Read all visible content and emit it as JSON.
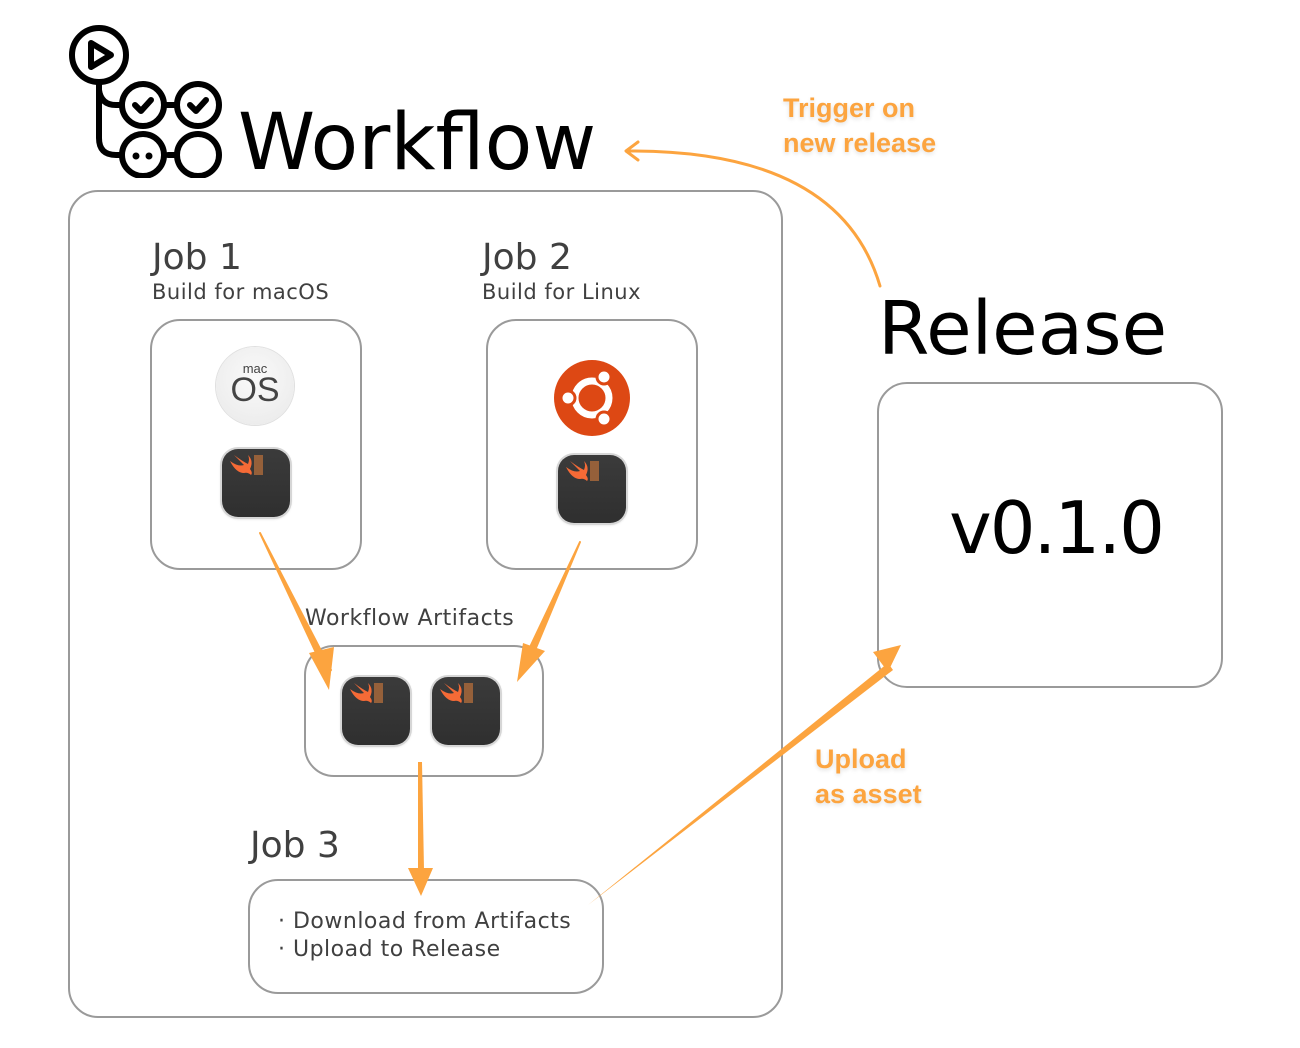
{
  "workflow": {
    "title": "Workflow",
    "icon": "github-actions-icon",
    "jobs": [
      {
        "title": "Job 1",
        "subtitle": "Build for macOS",
        "os_icon": "macos-icon",
        "os_icon_text_small": "mac",
        "os_icon_text_large": "OS",
        "artifact_icon": "swift-package-icon"
      },
      {
        "title": "Job 2",
        "subtitle": "Build for Linux",
        "os_icon": "ubuntu-icon",
        "artifact_icon": "swift-package-icon"
      }
    ],
    "artifacts": {
      "label": "Workflow Artifacts",
      "items": [
        "swift-package-icon",
        "swift-package-icon"
      ]
    },
    "job3": {
      "title": "Job 3",
      "steps": [
        "· Download from Artifacts",
        "· Upload to Release"
      ]
    }
  },
  "release": {
    "title": "Release",
    "version": "v0.1.0"
  },
  "annotations": {
    "trigger": [
      "Trigger on",
      "new release"
    ],
    "upload": [
      "Upload",
      "as asset"
    ]
  },
  "colors": {
    "accent": "#fca43f",
    "border": "#9a9a9a",
    "ubuntu": "#dd4814",
    "text": "#404040"
  }
}
